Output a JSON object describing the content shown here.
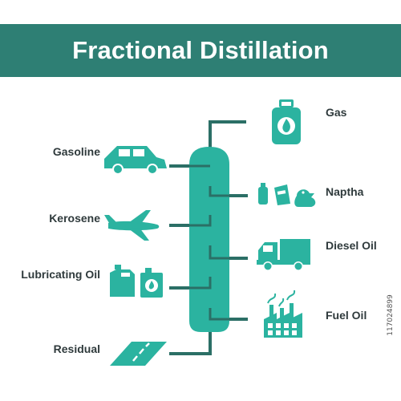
{
  "title": "Fractional Distillation",
  "products_left": [
    {
      "label": "Gasoline",
      "icon": "car-icon"
    },
    {
      "label": "Kerosene",
      "icon": "airplane-icon"
    },
    {
      "label": "Lubricating Oil",
      "icon": "oil-can-icon"
    },
    {
      "label": "Residual",
      "icon": "road-icon"
    }
  ],
  "products_right": [
    {
      "label": "Gas",
      "icon": "gas-cylinder-icon"
    },
    {
      "label": "Naptha",
      "icon": "bottle-bag-duck-icon"
    },
    {
      "label": "Diesel Oil",
      "icon": "truck-icon"
    },
    {
      "label": "Fuel Oil",
      "icon": "factory-icon"
    }
  ],
  "stock_id": "117024899",
  "colors": {
    "banner": "#2e7f74",
    "accent": "#2bb3a0",
    "pipe": "#2b6f66",
    "text": "#2f3a3c"
  }
}
